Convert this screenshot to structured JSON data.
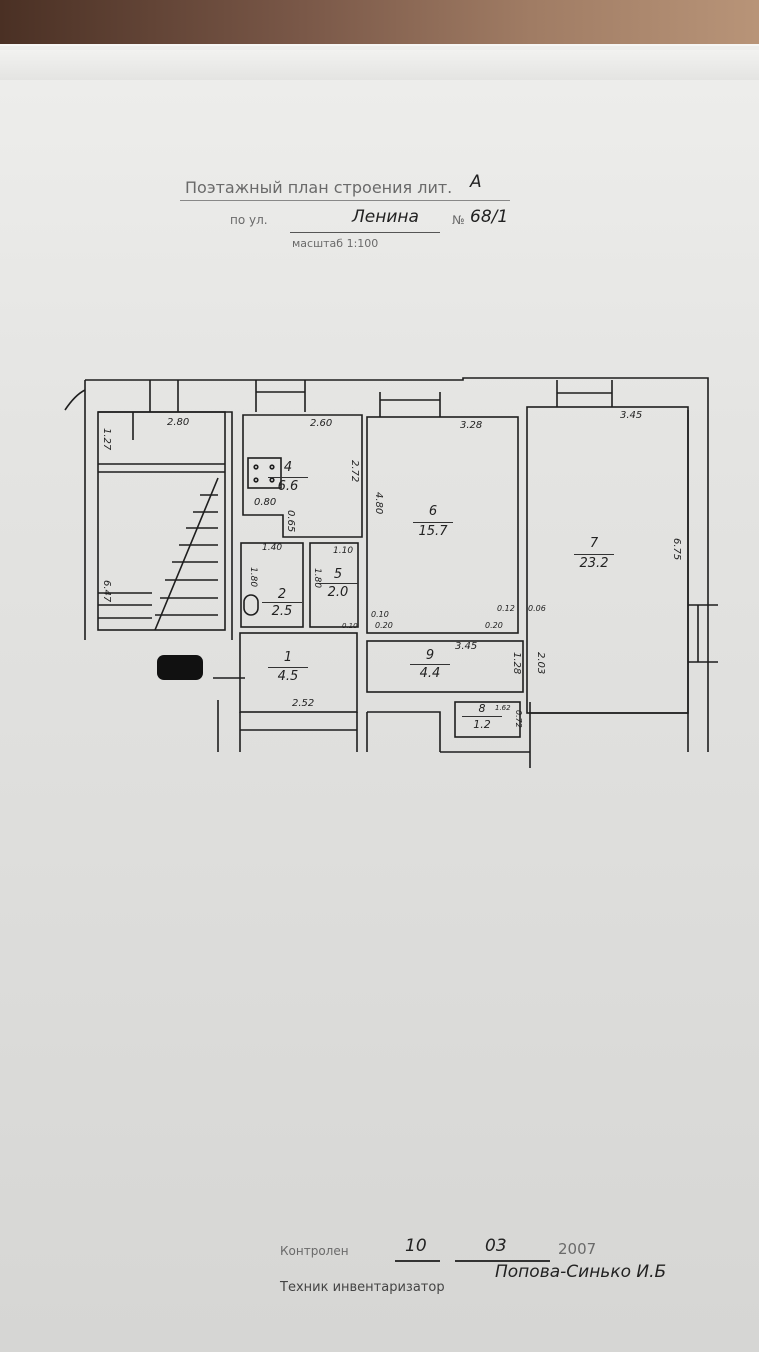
{
  "header": {
    "title": "Поэтажный план строения лит.",
    "litera": "А",
    "street_prefix": "по ул.",
    "street": "Ленина",
    "number_prefix": "№",
    "number": "68/1",
    "scale": "масштаб 1:100"
  },
  "rooms": [
    {
      "id": "1",
      "area": "4.5"
    },
    {
      "id": "2",
      "area": "2.5"
    },
    {
      "id": "4",
      "area": "6.6"
    },
    {
      "id": "5",
      "area": "2.0"
    },
    {
      "id": "6",
      "area": "15.7"
    },
    {
      "id": "7",
      "area": "23.2"
    },
    {
      "id": "8",
      "area": "1.2"
    },
    {
      "id": "9",
      "area": "4.4"
    }
  ],
  "dimensions": {
    "stair_width": "2.80",
    "stair_top": "1.27",
    "stair_len": "6.47",
    "r4_width": "2.60",
    "r4_height": "2.72",
    "r4_notch_w": "0.80",
    "r4_notch_h": "0.65",
    "r2_width": "1.40",
    "r2_height": "1.80",
    "r5_width": "1.10",
    "r5_height": "1.80",
    "r6_width": "3.28",
    "r6_height": "4.80",
    "r6_a": "0.10",
    "r6_b": "0.20",
    "r6_c": "0.12",
    "r6_d": "0.20",
    "r7_width": "3.45",
    "r7_height": "6.75",
    "r7_a": "0.06",
    "r1_width": "2.52",
    "r1_small": "0.10",
    "r9_width": "3.45",
    "r9_height": "1.28",
    "r9_right": "2.03",
    "r8_width": "1.62",
    "r8_height": "0.72"
  },
  "footer": {
    "label_controlled": "Контролен",
    "day": "10",
    "month": "03",
    "year": "2007",
    "technician_label": "Техник инвентаризатор",
    "technician_name": "Попова-Синько И.Б"
  }
}
